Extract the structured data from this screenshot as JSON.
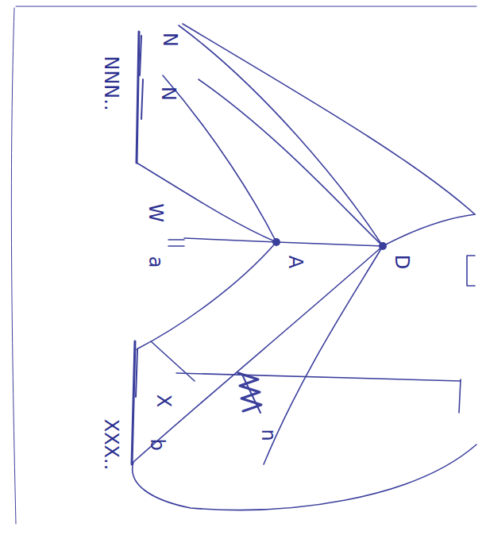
{
  "diagram": {
    "labels": [
      "N",
      "N",
      "NNN..",
      "W",
      "a",
      "A",
      "D",
      "X",
      "XXX..",
      "b",
      "n"
    ]
  }
}
